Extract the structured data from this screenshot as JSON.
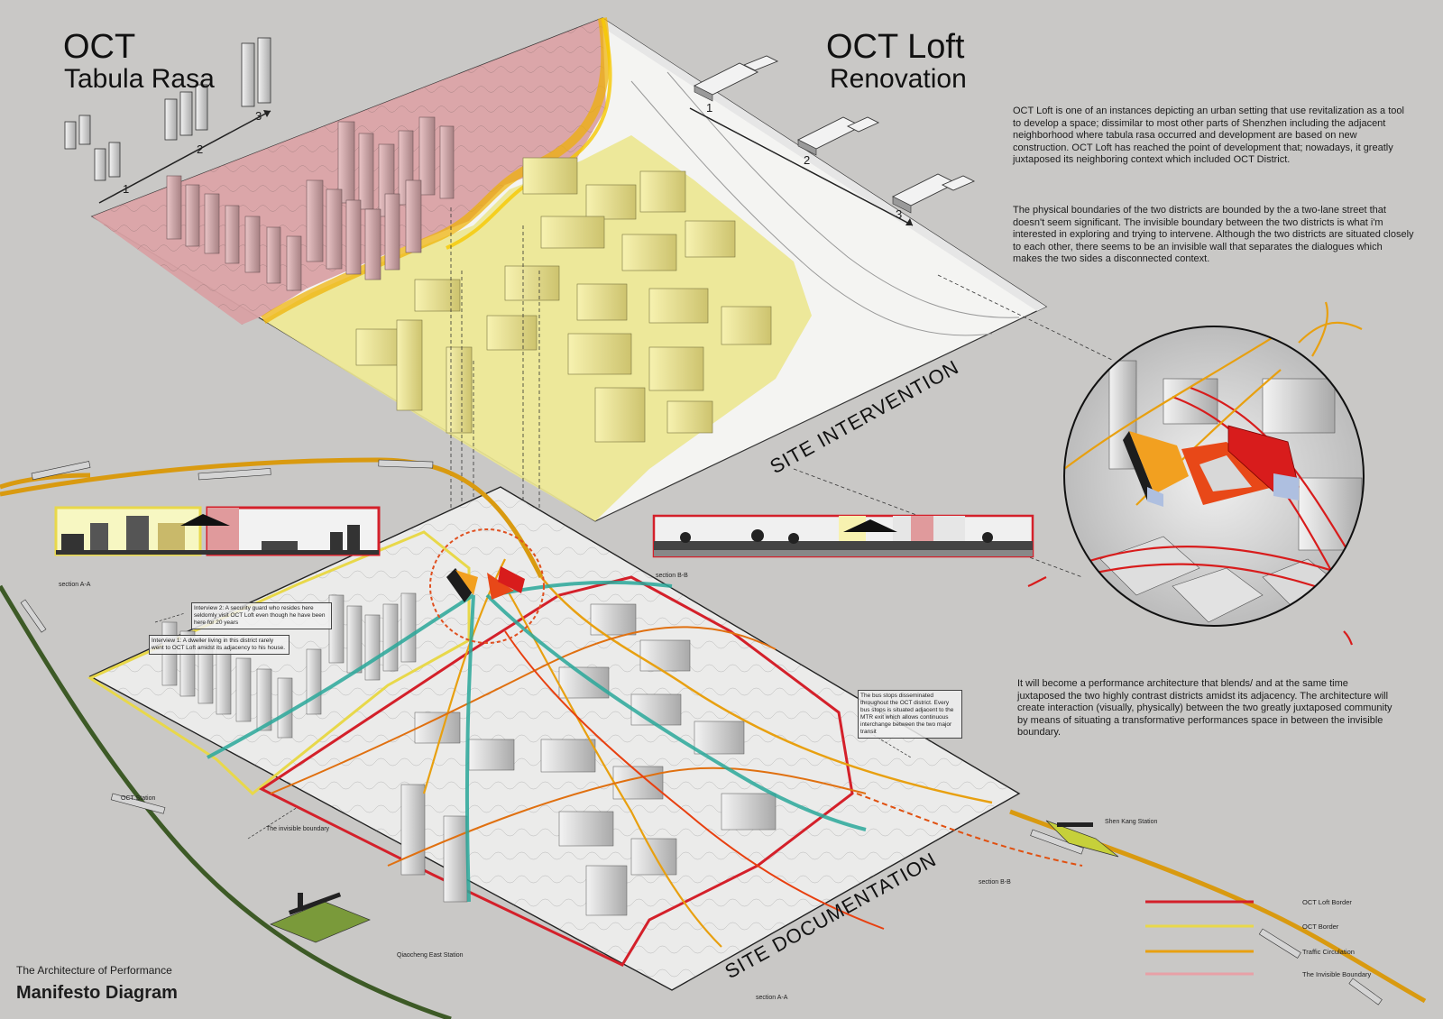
{
  "header": {
    "left_title": "OCT",
    "left_subtitle": "Tabula Rasa",
    "right_title": "OCT Loft",
    "right_subtitle": "Renovation"
  },
  "step_numbers": {
    "left": [
      "1",
      "2",
      "3"
    ],
    "right": [
      "1",
      "2",
      "3"
    ]
  },
  "paragraphs": [
    "OCT Loft is one of an instances depicting an urban setting that use revitalization as a tool to develop a space; dissimilar to most  other parts of Shenzhen including the adjacent neighborhood where tabula rasa occurred and development are based on new construction.  OCT Loft has reached the point of development that; nowadays, it greatly juxtaposed its neighboring context which included  OCT District.",
    "The physical boundaries of the two districts are bounded by the a two-lane street that doesn't seem significant.  The invisible boundary between the two districts is what i'm interested in exploring and trying to intervene.  Although the two districts are situated closely to each other, there seems to be an invisible wall that separates the dialogues which makes the two sides a disconnected context.",
    "It will become a performance architecture that blends/ and at the same time juxtaposed the two highly contrast districts amidst its adjacency.  The architecture will create interaction (visually, physically) between the two greatly juxtaposed community  by means of situating a transformative performances space in between the invisible boundary."
  ],
  "plan_labels": {
    "site_intervention": "SITE INTERVENTION",
    "site_documentation": "SITE DOCUMENTATION",
    "section_aa": "section A-A",
    "section_bb": "section B-B",
    "section_bb_bottom": "section B-B",
    "section_aa_bottom": "section A-A",
    "oct_station": "OCT Station",
    "shen_kang_station": "Shen Kang Station",
    "qiaocheng_station": "Qiaocheng East Station",
    "invisible_boundary": "The invisible boundary"
  },
  "notes": {
    "interview_2": "Interview 2:  A security guard who resides here seldomly visit OCT Loft even though he have been here for 20 years",
    "interview_1": "Interview 1:  A dweller living in this district rarely went to OCT Loft amidst its adjacency to his house.",
    "bus_note": "The bus stops disseminated throughout the OCT district. Every bus stops is situated adjacent to the MTR exit which allows continuous interchange between the two major transit"
  },
  "legend": [
    {
      "label": "OCT Loft Border",
      "color": "#d4202a"
    },
    {
      "label": "OCT Border",
      "color": "#e8d84a"
    },
    {
      "label": "Traffic Circulation",
      "color": "#e8a010"
    },
    {
      "label": "The Invisible Boundary",
      "color": "#e8a0a6"
    }
  ],
  "footer": {
    "subtitle": "The Architecture of Performance",
    "title": "Manifesto Diagram"
  },
  "colors": {
    "background": "#c9c8c6",
    "tabula_rasa_zone": "#d9a1a4",
    "loft_zone": "#ece692",
    "loft_border": "#d4202a",
    "oct_border": "#e8d84a",
    "circulation": "#e8a010",
    "teal_path": "#2aa89a",
    "metro_line": "#3d5a26"
  }
}
